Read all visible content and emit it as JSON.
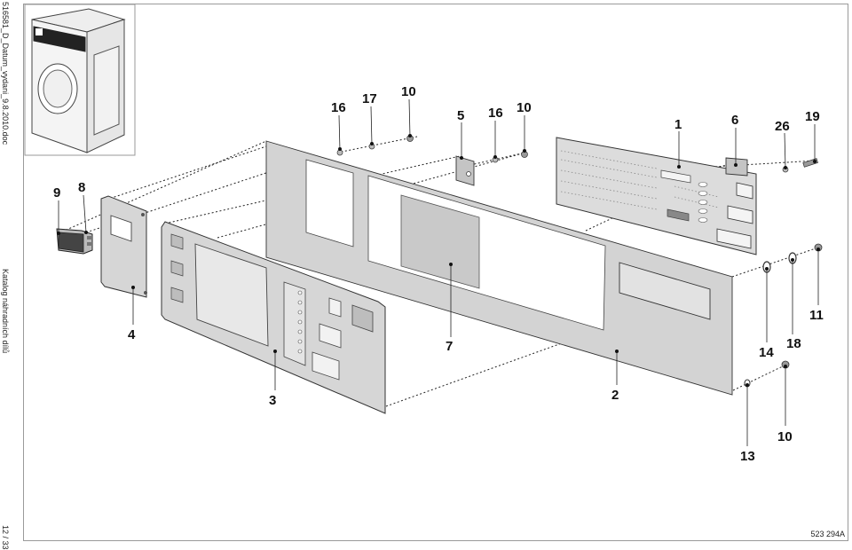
{
  "page": {
    "document_name": "516581_D_Datum_vydani_9.8.2010.doc",
    "catalog_title": "Katalog náhradních dílů",
    "page_number": "12 / 33",
    "drawing_code": "523 294A"
  },
  "callouts": [
    "9",
    "8",
    "4",
    "3",
    "16",
    "17",
    "10",
    "5",
    "16",
    "10",
    "7",
    "1",
    "6",
    "26",
    "19",
    "2",
    "14",
    "18",
    "11",
    "13",
    "10"
  ]
}
